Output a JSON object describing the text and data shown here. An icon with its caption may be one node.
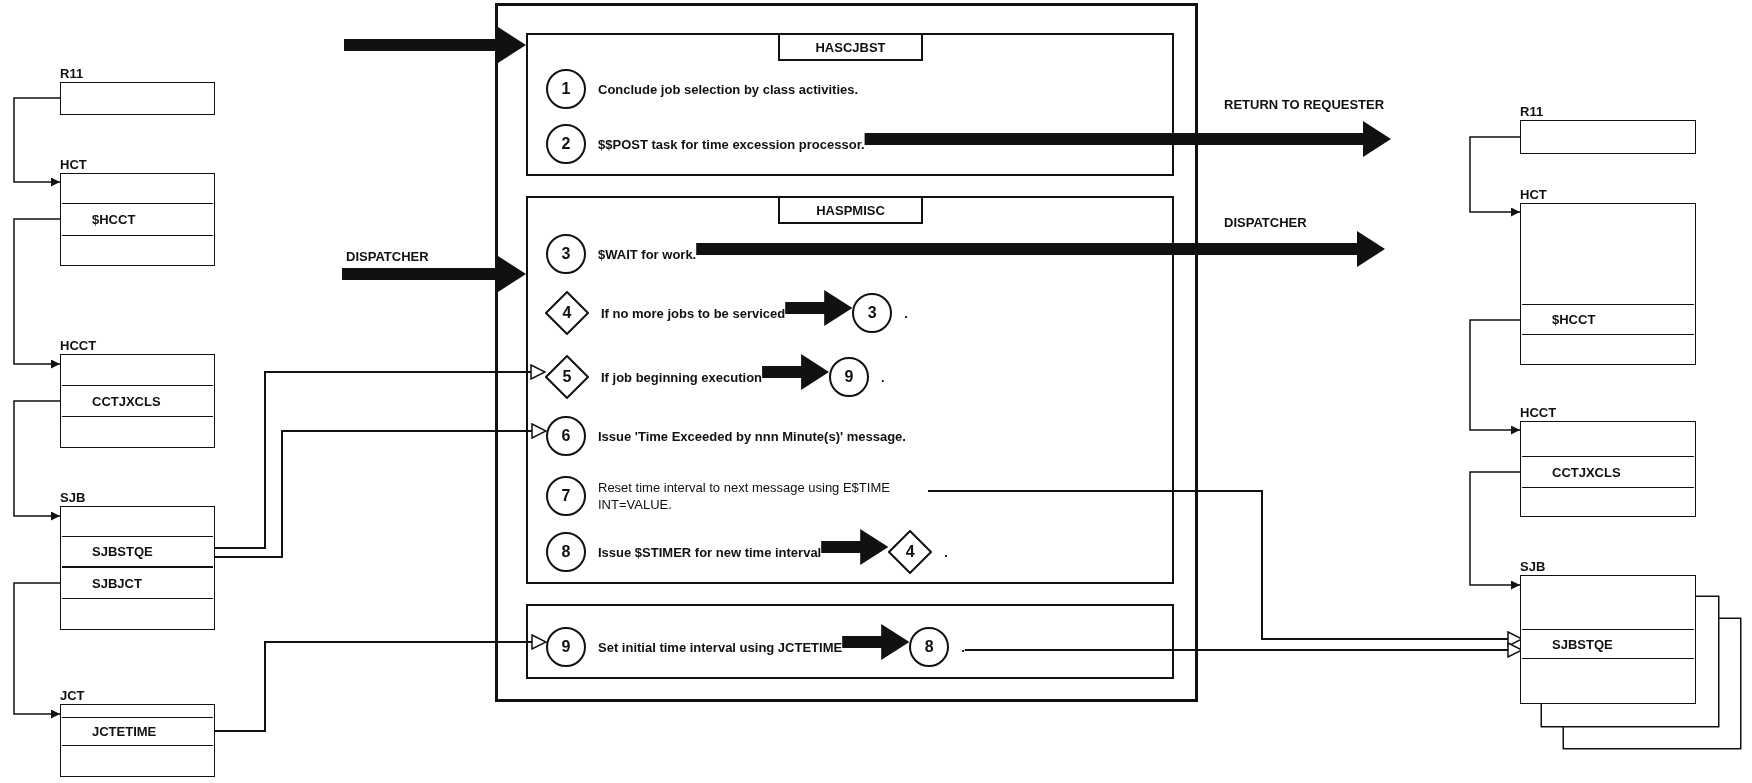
{
  "diagram": {
    "nodes": [
      {
        "text": [
          "R11"
        ]
      },
      {
        "text": [
          "HCT"
        ]
      },
      {
        "text": [
          "$HCCT"
        ],
        "in": 1
      },
      {
        "text": [
          "HCCT"
        ]
      },
      {
        "text": [
          "CCTJXCLS"
        ],
        "in": 3
      },
      {
        "text": [
          "SJB"
        ]
      },
      {
        "text": [
          "SJBSTQE"
        ],
        "in": 5
      },
      {
        "text": [
          "SJBJCT"
        ],
        "in": 5
      },
      {
        "text": [
          "JCT"
        ]
      },
      {
        "text": [
          "JCTETIME"
        ],
        "in": 8
      },
      {
        "text": [],
        "shape": "box"
      },
      {
        "text": [
          "HASCJBST"
        ],
        "in": 10
      },
      {
        "text": [
          "1",
          "Conclude job selection by class activities."
        ],
        "in": 11
      },
      {
        "text": [
          "2",
          "$$POST task for time excession processor."
        ],
        "in": 11
      },
      {
        "text": [
          "HASPMISC"
        ],
        "in": 10
      },
      {
        "text": [
          "3",
          "$WAIT for work."
        ],
        "in": 14
      },
      {
        "text": [
          "4",
          "If no more jobs to be serviced"
        ],
        "in": 14
      },
      {
        "text": [
          "3",
          "."
        ],
        "in": 14
      },
      {
        "text": [
          "5",
          "If job beginning execution"
        ],
        "in": 14
      },
      {
        "text": [
          "9",
          "."
        ],
        "in": 14
      },
      {
        "text": [
          "6",
          "Issue 'Time Exceeded by nnn Minute(s)' message."
        ],
        "in": 14
      },
      {
        "text": [
          "7",
          "Reset time interval to next message using E$TIME INT=VALUE."
        ],
        "in": 14
      },
      {
        "text": [
          "8",
          "Issue $STIMER for new time interval"
        ],
        "in": 14
      },
      {
        "text": [
          "4",
          "."
        ],
        "in": 14
      },
      {
        "text": [],
        "shape": "box",
        "in": 10
      },
      {
        "text": [
          "9",
          "Set initial time interval using JCTETIME"
        ],
        "in": 24
      },
      {
        "text": [
          "8",
          "."
        ],
        "in": 24
      },
      {
        "text": [
          "R11"
        ]
      },
      {
        "text": [
          "HCT"
        ]
      },
      {
        "text": [
          "$HCCT"
        ],
        "in": 28
      },
      {
        "text": [
          "HCCT"
        ]
      },
      {
        "text": [
          "CCTJXCLS"
        ],
        "in": 30
      },
      {
        "text": [
          "SJB"
        ]
      },
      {
        "text": [
          "SJBSTQE"
        ],
        "in": 32
      }
    ],
    "edges": [
      {
        "from": 0,
        "to": 1,
        "arrow": "to"
      },
      {
        "from": 2,
        "to": 3,
        "arrow": "to"
      },
      {
        "from": 4,
        "to": 5,
        "arrow": "to"
      },
      {
        "from": 7,
        "to": 8,
        "arrow": "to"
      },
      {
        "from": 6,
        "to": 18,
        "arrow": "to"
      },
      {
        "from": 6,
        "to": 20,
        "arrow": "to"
      },
      {
        "from": 9,
        "to": 25,
        "arrow": "to"
      },
      {
        "from": null,
        "to": 11,
        "arrow": "to",
        "style": "thick"
      },
      {
        "from": null,
        "to": 14,
        "arrow": "to",
        "style": "thick",
        "label": "DISPATCHER"
      },
      {
        "from": 13,
        "to": null,
        "arrow": "to",
        "style": "thick",
        "label": "RETURN TO REQUESTER"
      },
      {
        "from": 15,
        "to": null,
        "arrow": "to",
        "style": "thick",
        "label": "DISPATCHER"
      },
      {
        "from": 16,
        "to": 17,
        "arrow": "to",
        "style": "thick"
      },
      {
        "from": 18,
        "to": 19,
        "arrow": "to",
        "style": "thick"
      },
      {
        "from": 22,
        "to": 23,
        "arrow": "to",
        "style": "thick"
      },
      {
        "from": 25,
        "to": 26,
        "arrow": "to",
        "style": "thick"
      },
      {
        "from": 21,
        "to": 33,
        "arrow": "to"
      },
      {
        "from": 26,
        "to": 33,
        "arrow": "to"
      },
      {
        "from": 27,
        "to": 28,
        "arrow": "to"
      },
      {
        "from": 29,
        "to": 30,
        "arrow": "to"
      },
      {
        "from": 31,
        "to": 32,
        "arrow": "to"
      }
    ]
  }
}
